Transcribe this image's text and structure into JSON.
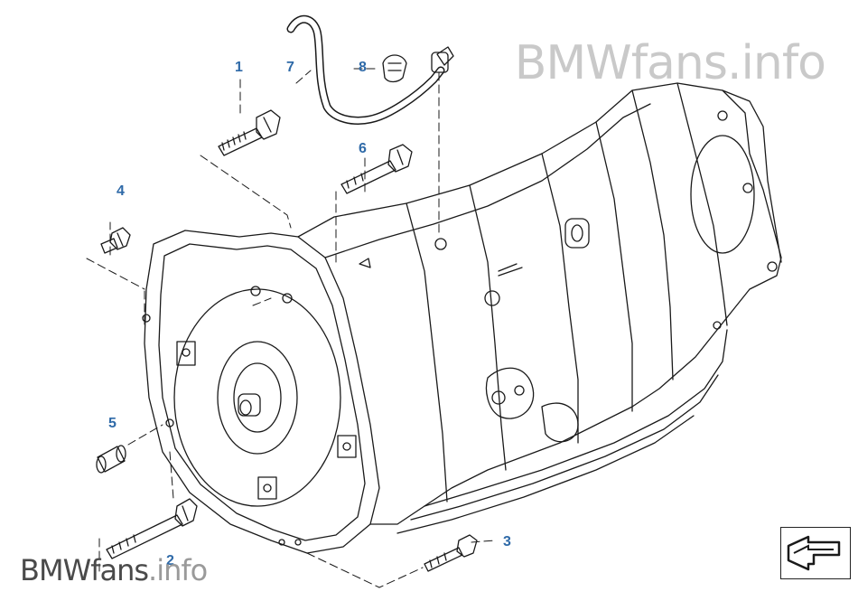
{
  "callouts": [
    {
      "id": "1",
      "label": "1"
    },
    {
      "id": "2",
      "label": "2"
    },
    {
      "id": "3",
      "label": "3"
    },
    {
      "id": "4",
      "label": "4"
    },
    {
      "id": "5",
      "label": "5"
    },
    {
      "id": "6",
      "label": "6"
    },
    {
      "id": "7",
      "label": "7"
    },
    {
      "id": "8",
      "label": "8"
    }
  ],
  "watermark": {
    "brand": "BMW",
    "mid": "fans",
    "tld": ".info"
  },
  "nav": {
    "icon": "return-arrow-icon"
  },
  "colors": {
    "callout": "#2f6aa8",
    "line": "#1a1a1a",
    "watermark": "#c4c4c4"
  }
}
